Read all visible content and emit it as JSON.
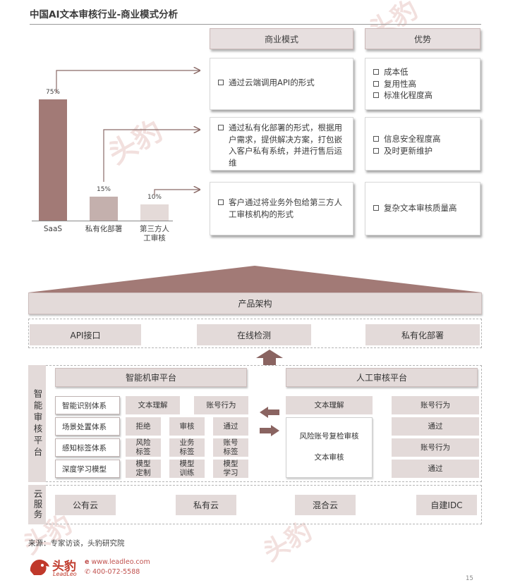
{
  "page": {
    "title": "中国AI文本审核行业-商业模式分析",
    "source": "来源：专家访谈，头豹研究院",
    "page_number": "15"
  },
  "brand": {
    "logo_text": "头豹",
    "logo_sub": "LeadLeo",
    "website": "www.leadleo.com",
    "phone": "400-072-5588",
    "color": "#c0392b"
  },
  "watermark": {
    "text_cn": "头豹",
    "text_en": "LeadLeo"
  },
  "chart_data": {
    "type": "bar",
    "categories": [
      "SaaS",
      "私有化部署",
      "第三方人工审核"
    ],
    "category_lines": [
      [
        "SaaS"
      ],
      [
        "私有化部署"
      ],
      [
        "第三方人",
        "工审核"
      ]
    ],
    "values": [
      75,
      15,
      10
    ],
    "value_labels": [
      "75%",
      "15%",
      "10%"
    ],
    "colors": [
      "#a27a76",
      "#c4b0ad",
      "#e4dad8"
    ],
    "ylim": [
      0,
      100
    ]
  },
  "headers": {
    "model": "商业模式",
    "advantage": "优势"
  },
  "rows": [
    {
      "model": [
        "通过云端调用API的形式"
      ],
      "advantages": [
        "成本低",
        "复用性高",
        "标准化程度高"
      ]
    },
    {
      "model": [
        "通过私有化部署的形式，根据用户需求，提供解决方案，打包嵌入客户私有系统，并进行售后运维"
      ],
      "advantages": [
        "信息安全程度高",
        "及时更新维护"
      ]
    },
    {
      "model": [
        "客户通过将业务外包给第三方人工审核机构的形式"
      ],
      "advantages": [
        "复杂文本审核质量高"
      ]
    }
  ],
  "architecture": {
    "product_arch": "产品架构",
    "deploy": [
      "API接口",
      "在线检测",
      "私有化部署"
    ],
    "platform_label": "智能审核平台",
    "machine_title": "智能机审平台",
    "human_title": "人工审核平台",
    "machine_systems": [
      "智能识别体系",
      "场景处置体系",
      "感知标签体系",
      "深度学习模型"
    ],
    "machine_grid": [
      [
        "文本理解",
        "账号行为"
      ],
      [
        "拒绝",
        "审核",
        "通过"
      ],
      [
        "风险标签",
        "业务标签",
        "账号标签"
      ],
      [
        "模型定制",
        "模型训练",
        "模型学习"
      ]
    ],
    "human_left": [
      "文本理解"
    ],
    "human_box": [
      "风险账号复检审核",
      "文本审核"
    ],
    "human_right": [
      "账号行为",
      "通过",
      "账号行为",
      "通过"
    ],
    "cloud_label": "云服务",
    "cloud": [
      "公有云",
      "私有云",
      "混合云",
      "自建IDC"
    ]
  }
}
